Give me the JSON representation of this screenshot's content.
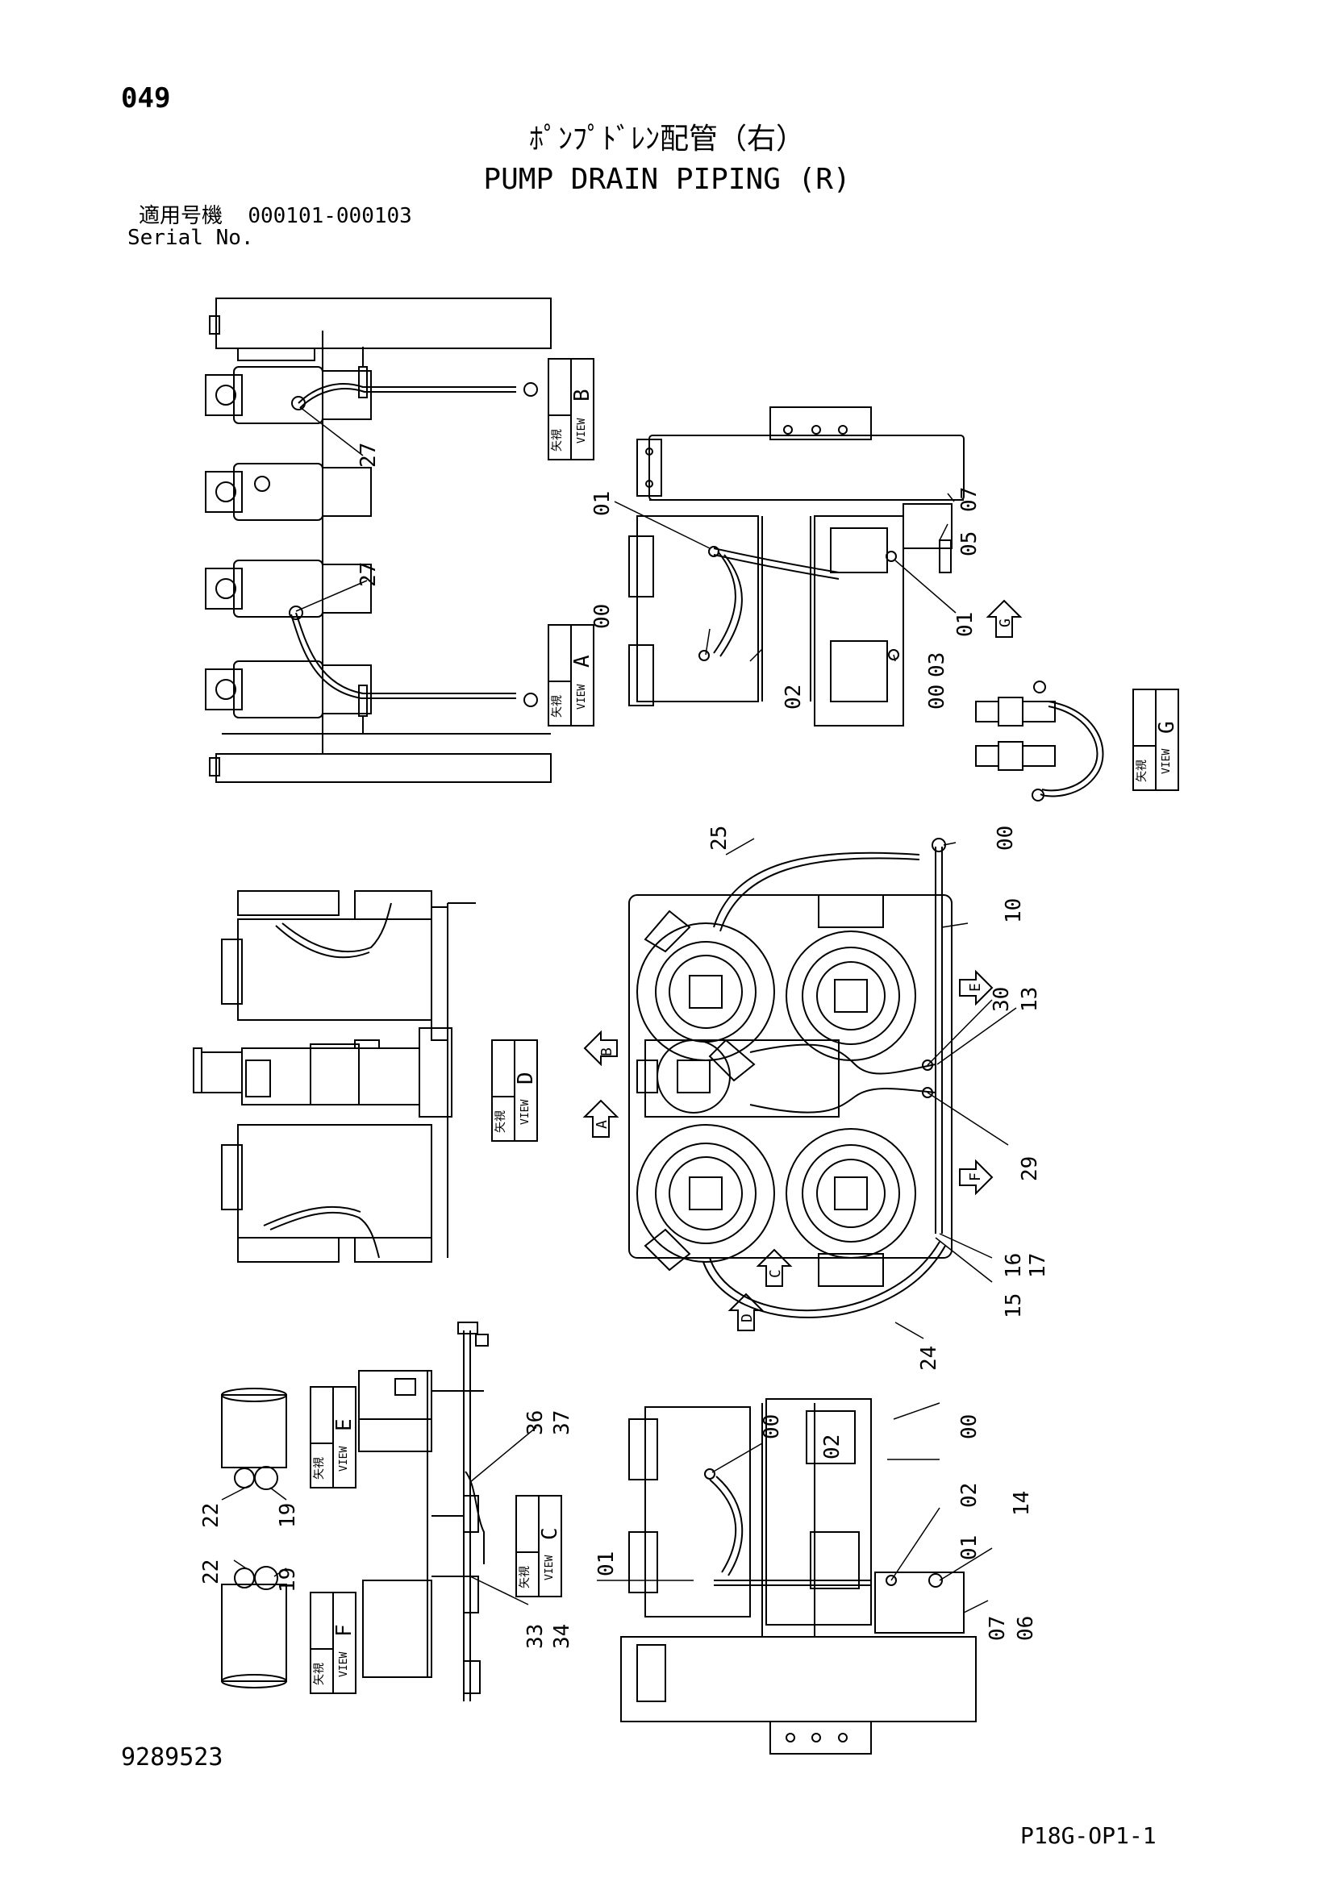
{
  "header": {
    "page_number": "049",
    "title_jp": "ﾎﾟﾝﾌﾟﾄﾞﾚﾝ配管（右）",
    "title_en": "PUMP DRAIN PIPING (R)",
    "serial_label_jp": "適用号機",
    "serial_range": "000101-000103",
    "serial_label_en": "Serial No."
  },
  "views": {
    "arrow_jp": "矢視",
    "view_word": "VIEW",
    "A": "A",
    "B": "B",
    "C": "C",
    "D": "D",
    "E": "E",
    "F": "F",
    "G": "G"
  },
  "callouts": {
    "c27": "27",
    "c01": "01",
    "c07": "07",
    "c05": "05",
    "c00": "00",
    "c02": "02",
    "c03": "03",
    "c25": "25",
    "c10": "10",
    "c30": "30",
    "c13": "13",
    "c29": "29",
    "c16": "16",
    "c17": "17",
    "c15": "15",
    "c24": "24",
    "c36": "36",
    "c37": "37",
    "c22": "22",
    "c19": "19",
    "c33": "33",
    "c34": "34",
    "c14": "14",
    "c06": "06"
  },
  "arrows": {
    "A": "A",
    "B": "B",
    "C": "C",
    "D": "D",
    "E": "E",
    "F": "F",
    "G": "G"
  },
  "footer": {
    "part_number": "9289523",
    "page_code": "P18G-OP1-1"
  }
}
